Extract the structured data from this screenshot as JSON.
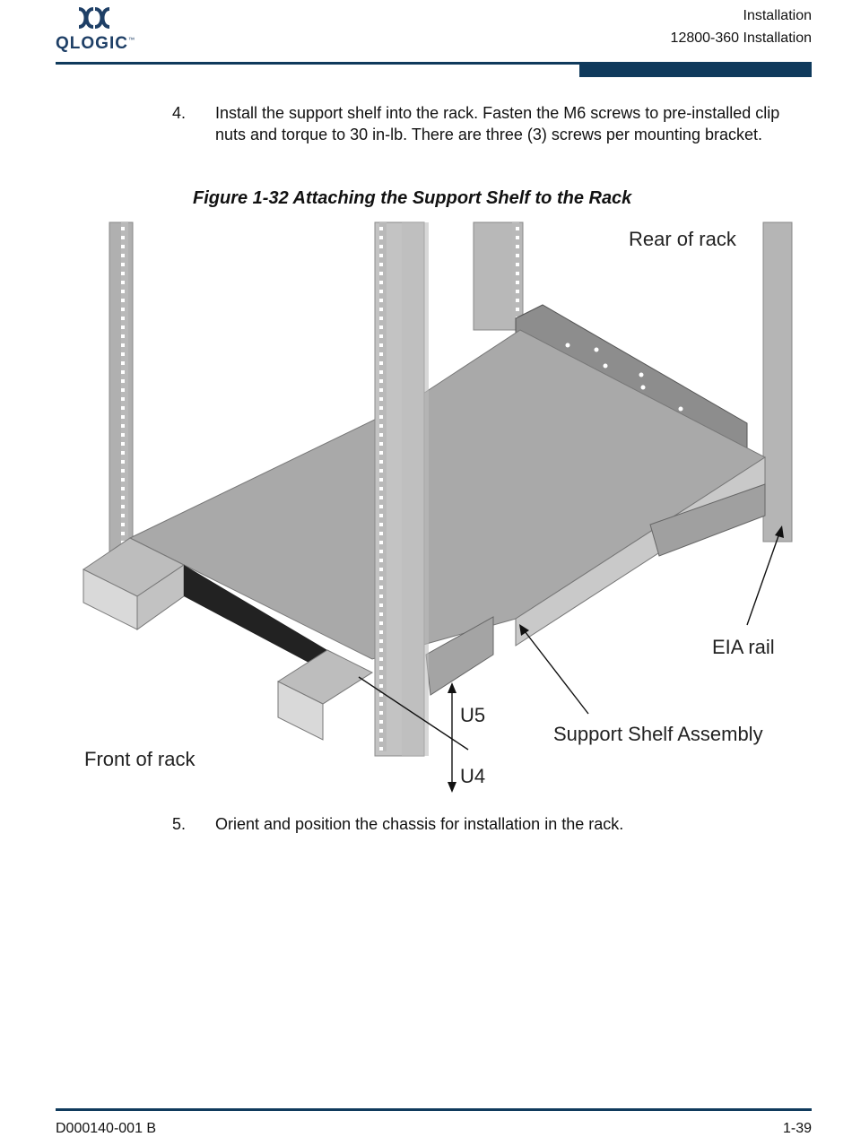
{
  "header": {
    "logo_text": "QLOGIC",
    "section": "Installation",
    "chapter": "12800-360 Installation"
  },
  "steps": [
    {
      "number": "4.",
      "text": "Install the support shelf into the rack. Fasten the M6 screws to pre-installed clip nuts and torque to 30 in-lb. There are three (3) screws per mounting bracket."
    },
    {
      "number": "5.",
      "text": "Orient and position the chassis for installation in the rack."
    }
  ],
  "figure": {
    "title": "Figure 1-32  Attaching the Support Shelf to the Rack",
    "labels": {
      "rear": "Rear of rack",
      "eia": "EIA rail",
      "shelf": "Support Shelf Assembly",
      "front": "Front of rack",
      "u5": "U5",
      "u4": "U4"
    }
  },
  "footer": {
    "doc_id": "D000140-001  B",
    "page": "1-39"
  }
}
